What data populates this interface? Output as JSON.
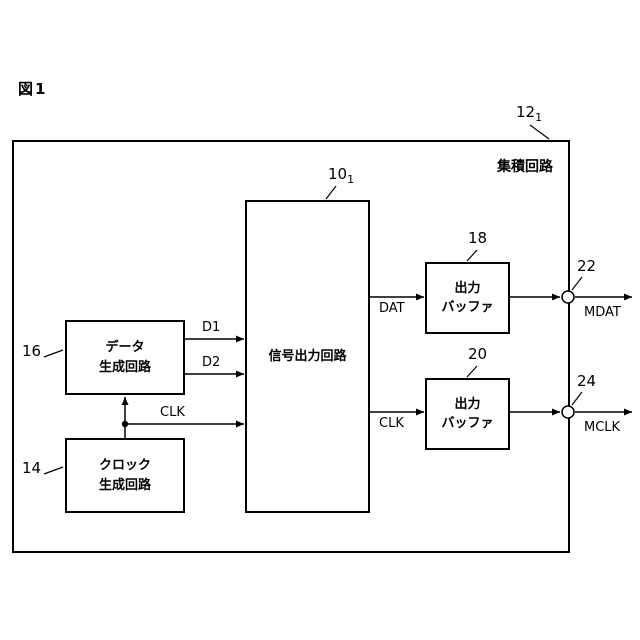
{
  "figure": {
    "title": "図1"
  },
  "ic": {
    "label": "集積回路",
    "ref_main": "12",
    "ref_sub": "1"
  },
  "blocks": {
    "signal_output": {
      "label": "信号出力回路",
      "ref_main": "10",
      "ref_sub": "1"
    },
    "data_gen": {
      "label": "データ\n生成回路",
      "ref": "16"
    },
    "clock_gen": {
      "label": "クロック\n生成回路",
      "ref": "14"
    },
    "buffer_top": {
      "label": "出力\nバッファ",
      "ref": "18"
    },
    "buffer_bottom": {
      "label": "出力\nバッファ",
      "ref": "20"
    }
  },
  "terminals": {
    "top": {
      "ref": "22",
      "signal": "MDAT"
    },
    "bottom": {
      "ref": "24",
      "signal": "MCLK"
    }
  },
  "wires": {
    "d1": "D1",
    "d2": "D2",
    "clk": "CLK",
    "dat": "DAT",
    "clk_out": "CLK"
  },
  "colors": {
    "line": "#000000",
    "background": "#ffffff"
  }
}
